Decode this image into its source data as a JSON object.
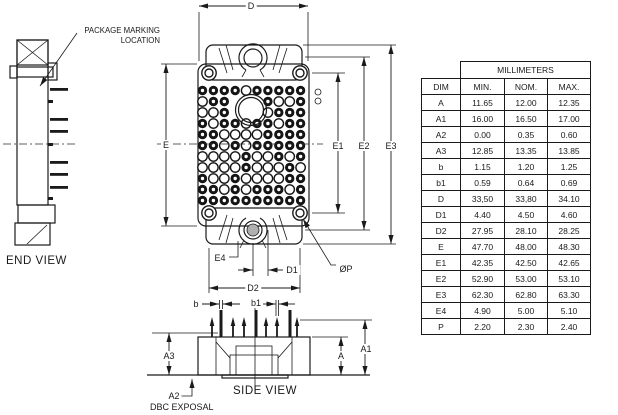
{
  "drawing": {
    "package_marking_label": {
      "line1": "PACKAGE MARKING",
      "line2": "LOCATION"
    },
    "end_view_label": "END VIEW",
    "side_view_label": "SIDE VIEW",
    "dbc_label": "DBC EXPOSAL",
    "dimension_labels": {
      "D": "D",
      "E": "E",
      "E1": "E1",
      "E2": "E2",
      "E3": "E3",
      "E4": "E4",
      "D1": "D1",
      "D2": "D2",
      "OP": "ØP",
      "b": "b",
      "b1": "b1",
      "A": "A",
      "A1": "A1",
      "A2": "A2",
      "A3": "A3"
    }
  },
  "pin_grid": {
    "rows": [
      "FFFFOFFFFF",
      "OFF---FOOF",
      "OOF---OFFF",
      "FOFFOFFOFF",
      "FFOOOOFFFF",
      "FFOFOFFFFF",
      "OOOOFOOFOF",
      "OOOOFOOOFO",
      "FOOFOOOOFF",
      "FFOFOFFFOF",
      "FFFFFFFFFF"
    ]
  },
  "table": {
    "group_header": "MILLIMETERS",
    "columns": [
      "DIM",
      "MIN.",
      "NOM.",
      "MAX."
    ],
    "rows": [
      [
        "A",
        "11.65",
        "12.00",
        "12.35"
      ],
      [
        "A1",
        "16.00",
        "16.50",
        "17.00"
      ],
      [
        "A2",
        "0.00",
        "0.35",
        "0.60"
      ],
      [
        "A3",
        "12.85",
        "13.35",
        "13.85"
      ],
      [
        "b",
        "1.15",
        "1.20",
        "1.25"
      ],
      [
        "b1",
        "0.59",
        "0.64",
        "0.69"
      ],
      [
        "D",
        "33,50",
        "33,80",
        "34.10"
      ],
      [
        "D1",
        "4.40",
        "4.50",
        "4.60"
      ],
      [
        "D2",
        "27.95",
        "28.10",
        "28.25"
      ],
      [
        "E",
        "47.70",
        "48.00",
        "48.30"
      ],
      [
        "E1",
        "42.35",
        "42.50",
        "42.65"
      ],
      [
        "E2",
        "52.90",
        "53.00",
        "53.10"
      ],
      [
        "E3",
        "62.30",
        "62.80",
        "63.30"
      ],
      [
        "E4",
        "4.90",
        "5.00",
        "5.10"
      ],
      [
        "P",
        "2.20",
        "2.30",
        "2.40"
      ]
    ]
  },
  "colors": {
    "line": "#1a1a1a",
    "background": "#ffffff"
  }
}
